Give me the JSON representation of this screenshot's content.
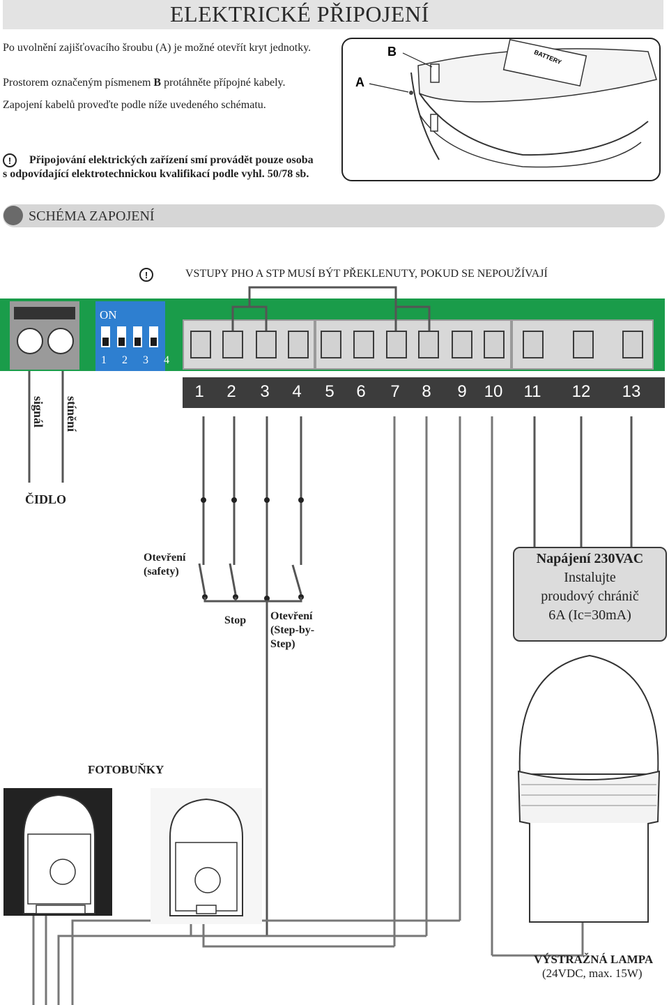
{
  "header": {
    "title": "ELEKTRICKÉ PŘIPOJENÍ"
  },
  "intro": {
    "line1_pre": "Po uvolnění zajišťovacího šroubu ",
    "line1_mark": "(A)",
    "line1_post": " je možné otevřít kryt jednotky.",
    "line2_pre": "Prostorem označeným písmenem ",
    "line2_mark": "B",
    "line2_post": " protáhněte přípojné kabely.",
    "line3": "Zapojení kabelů proveďte podle níže uvedeného schématu."
  },
  "warning": {
    "icon": "!",
    "line1": "Připojování elektrických zařízení smí provádět pouze osoba",
    "line2": "s odpovídající elektrotechnickou kvalifikací podle vyhl. 50/78 sb."
  },
  "illustration": {
    "label_a": "A",
    "label_b": "B",
    "battery": "BATTERY"
  },
  "section": {
    "title": "SCHÉMA ZAPOJENÍ"
  },
  "bridge_note": {
    "icon": "!",
    "text": "VSTUPY PHO A STP MUSÍ BÝT PŘEKLENUTY, POKUD SE NEPOUŽÍVAJÍ"
  },
  "dip_switch": {
    "on_label": "ON",
    "numbers": "1 2 3 4"
  },
  "terminals": [
    "1",
    "2",
    "3",
    "4",
    "5",
    "6",
    "7",
    "8",
    "9",
    "10",
    "11",
    "12",
    "13"
  ],
  "sensor": {
    "signal_label": "signál",
    "shield_label": "stínění",
    "name": "ČIDLO"
  },
  "inputs": {
    "safety_label": "Otevření\n(safety)",
    "stop_label": "Stop",
    "step_label": "Otevření\n(Step-by-\nStep)"
  },
  "power": {
    "line1": "Napájení 230VAC",
    "line2": "Instalujte",
    "line3": "proudový chránič",
    "line4": "6A (Ic=30mA)"
  },
  "photocells": {
    "title": "FOTOBUŇKY"
  },
  "lamp": {
    "title": "VÝSTRAŽNÁ LAMPA",
    "spec": "(24VDC, max. 15W)"
  },
  "colors": {
    "pcb": "#1a9c4a",
    "dip": "#2e7fd0",
    "terminal_strip": "#3c3c3c"
  }
}
